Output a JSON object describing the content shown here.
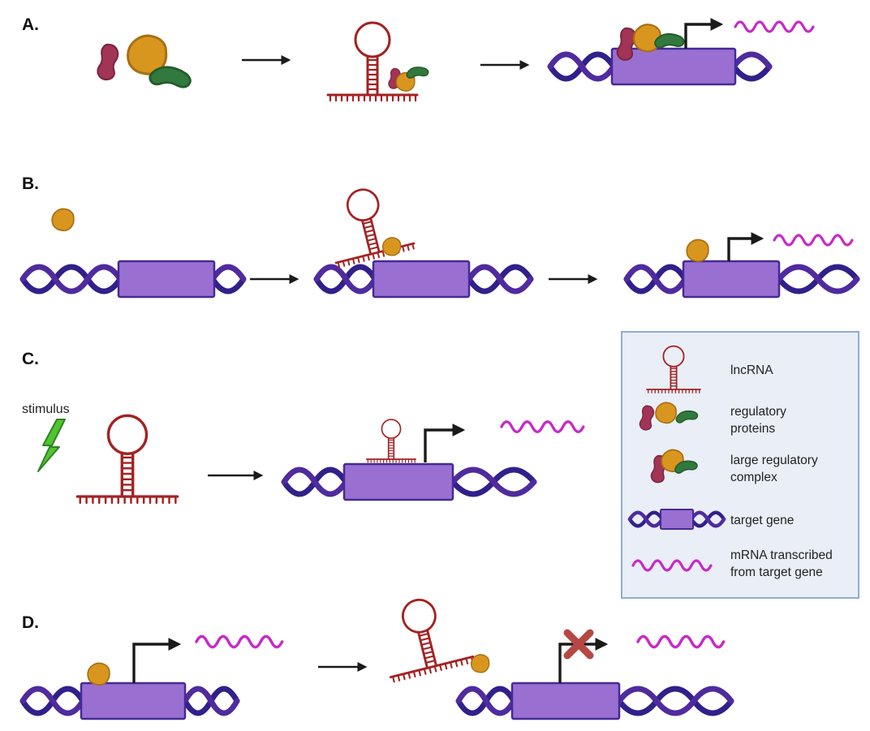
{
  "panels": {
    "a": {
      "label": "A."
    },
    "b": {
      "label": "B."
    },
    "c": {
      "label": "C.",
      "stimulus_label": "stimulus"
    },
    "d": {
      "label": "D."
    }
  },
  "legend": {
    "items": [
      {
        "icon": "lncrna-hairpin-icon",
        "lines": [
          "lncRNA"
        ]
      },
      {
        "icon": "regulatory-proteins-icon",
        "lines": [
          "regulatory",
          "proteins"
        ]
      },
      {
        "icon": "large-regulatory-complex-icon",
        "lines": [
          "large regulatory",
          "complex"
        ]
      },
      {
        "icon": "target-gene-icon",
        "lines": [
          "target gene"
        ]
      },
      {
        "icon": "mrna-icon",
        "lines": [
          "mRNA transcribed",
          "from target gene"
        ]
      }
    ]
  },
  "colors": {
    "lncrna_red": "#a42222",
    "mrna_magenta": "#c62bc6",
    "dna_purple_dark": "#31208a",
    "dna_purple_light": "#4f2b9e",
    "gene_box_fill": "#9a6fd2",
    "gene_box_border": "#452a96",
    "protein_orange": "#d8961f",
    "protein_maroon": "#a23455",
    "protein_green": "#31793c",
    "stimulus_green": "#52c431",
    "blocked_x_red": "#b54844",
    "legend_background": "#e9eef7",
    "legend_border": "#8fadd1",
    "arrow_black": "#1a1a1a"
  }
}
